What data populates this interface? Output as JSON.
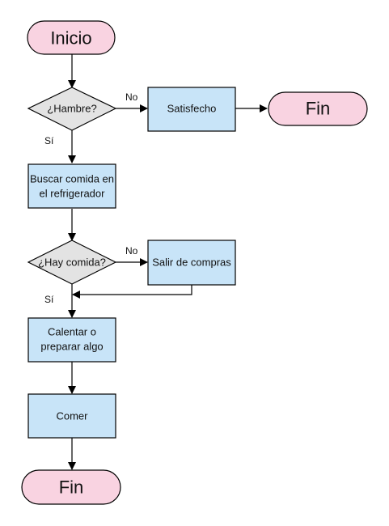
{
  "colors": {
    "terminal_fill": "#f9d3e1",
    "process_fill": "#c8e4f8",
    "decision_fill": "#e3e3e3",
    "stroke": "#000000"
  },
  "nodes": {
    "start": {
      "label": "Inicio"
    },
    "hungry_decision": {
      "label": "¿Hambre?"
    },
    "satisfied": {
      "label": "Satisfecho"
    },
    "end_top": {
      "label": "Fin"
    },
    "search_food": {
      "line1": "Buscar comida en",
      "line2": "el refrigerador"
    },
    "food_decision": {
      "label": "¿Hay comida?"
    },
    "go_shopping": {
      "label": "Salir de compras"
    },
    "cook": {
      "line1": "Calentar o",
      "line2": "preparar algo"
    },
    "eat": {
      "label": "Comer"
    },
    "end_bottom": {
      "label": "Fin"
    }
  },
  "edge_labels": {
    "hungry_no": "No",
    "hungry_yes": "Sí",
    "food_no": "No",
    "food_yes": "Sí"
  }
}
